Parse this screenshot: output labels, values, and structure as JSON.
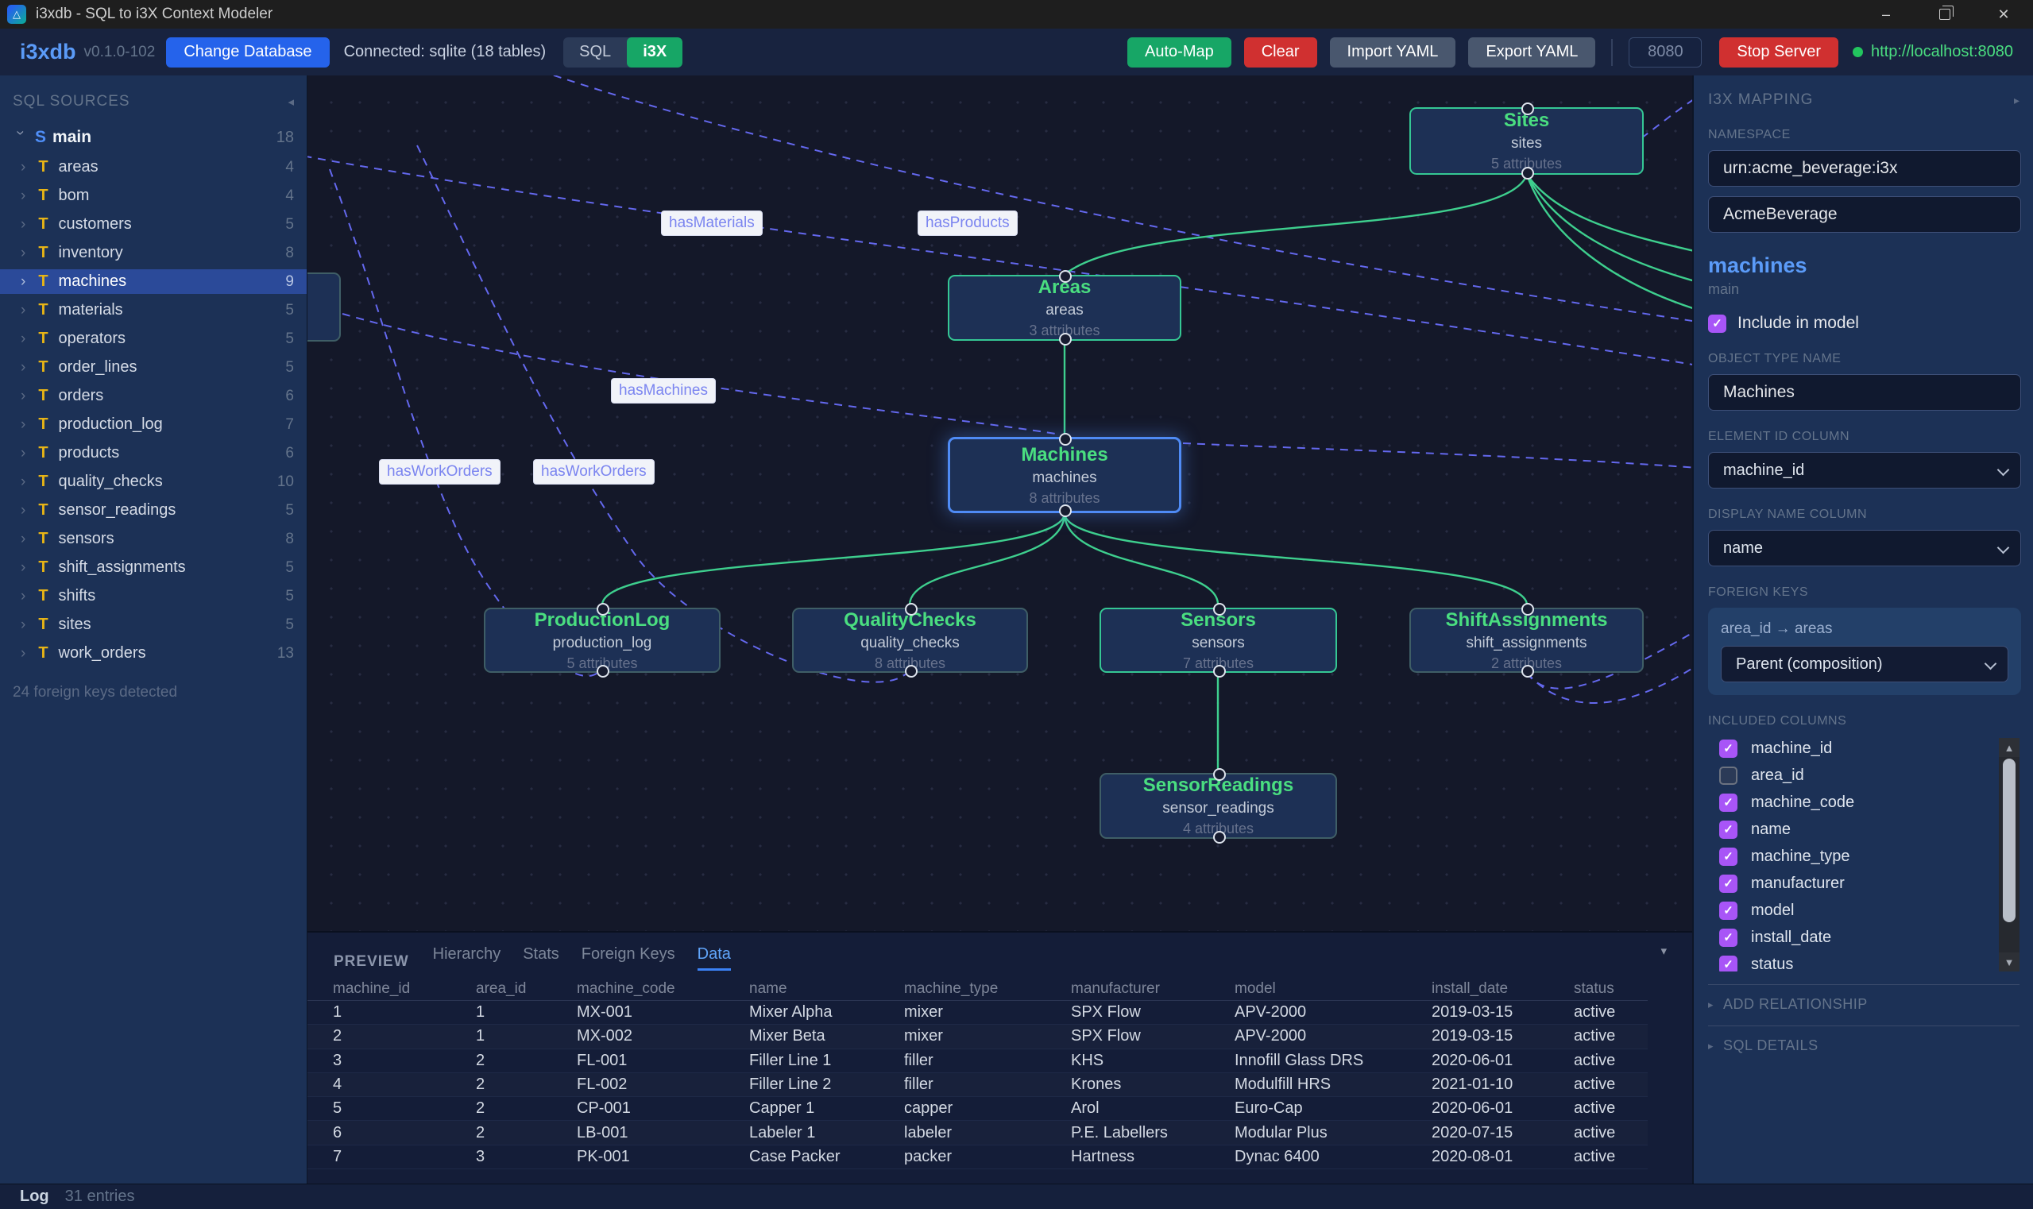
{
  "window": {
    "title": "i3xdb - SQL to i3X Context Modeler",
    "app_icon_glyph": "△",
    "controls": {
      "minimize": "–",
      "close": "✕"
    }
  },
  "toolbar": {
    "app_name": "i3xdb",
    "version": "v0.1.0-102",
    "change_db_label": "Change Database",
    "connection_status": "Connected: sqlite (18 tables)",
    "mode_sql": "SQL",
    "mode_i3x": "i3X",
    "auto_map_label": "Auto-Map",
    "clear_label": "Clear",
    "import_yaml_label": "Import YAML",
    "export_yaml_label": "Export YAML",
    "port": "8080",
    "stop_server_label": "Stop Server",
    "server_url": "http://localhost:8080"
  },
  "sidebar": {
    "header": "SQL SOURCES",
    "collapse_icon": "◂",
    "table_icon": "T",
    "schema": {
      "icon": "S",
      "name": "main",
      "count": "18"
    },
    "tables": [
      {
        "name": "areas",
        "count": "4"
      },
      {
        "name": "bom",
        "count": "4"
      },
      {
        "name": "customers",
        "count": "5"
      },
      {
        "name": "inventory",
        "count": "8"
      },
      {
        "name": "machines",
        "count": "9",
        "selected": true
      },
      {
        "name": "materials",
        "count": "5"
      },
      {
        "name": "operators",
        "count": "5"
      },
      {
        "name": "order_lines",
        "count": "5"
      },
      {
        "name": "orders",
        "count": "6"
      },
      {
        "name": "production_log",
        "count": "7"
      },
      {
        "name": "products",
        "count": "6"
      },
      {
        "name": "quality_checks",
        "count": "10"
      },
      {
        "name": "sensor_readings",
        "count": "5"
      },
      {
        "name": "sensors",
        "count": "8"
      },
      {
        "name": "shift_assignments",
        "count": "5"
      },
      {
        "name": "shifts",
        "count": "5"
      },
      {
        "name": "sites",
        "count": "5"
      },
      {
        "name": "work_orders",
        "count": "13"
      }
    ],
    "footer": "24 foreign keys detected"
  },
  "canvas": {
    "nodes": [
      {
        "title": "Sites",
        "table": "sites",
        "attributes": "5 attributes"
      },
      {
        "title": "Areas",
        "table": "areas",
        "attributes": "3 attributes"
      },
      {
        "title": "Machines",
        "table": "machines",
        "attributes": "8 attributes"
      },
      {
        "title": "ProductionLog",
        "table": "production_log",
        "attributes": "5 attributes"
      },
      {
        "title": "QualityChecks",
        "table": "quality_checks",
        "attributes": "8 attributes"
      },
      {
        "title": "Sensors",
        "table": "sensors",
        "attributes": "7 attributes"
      },
      {
        "title": "ShiftAssignments",
        "table": "shift_assignments",
        "attributes": "2 attributes"
      },
      {
        "title": "SensorReadings",
        "table": "sensor_readings",
        "attributes": "4 attributes"
      }
    ],
    "edge_labels": [
      "hasMaterials",
      "hasProducts",
      "hasMachines",
      "hasWorkOrders",
      "hasWorkOrders"
    ]
  },
  "panel": {
    "header": "I3X MAPPING",
    "namespace_label": "NAMESPACE",
    "namespace_urn": "urn:acme_beverage:i3x",
    "namespace_name": "AcmeBeverage",
    "table_name": "machines",
    "schema_name": "main",
    "include_label": "Include in model",
    "include_checked": true,
    "object_type_label": "OBJECT TYPE NAME",
    "object_type_value": "Machines",
    "element_id_label": "ELEMENT ID COLUMN",
    "element_id_value": "machine_id",
    "display_name_label": "DISPLAY NAME COLUMN",
    "display_name_value": "name",
    "foreign_keys_label": "FOREIGN KEYS",
    "fk_relation": "area_id → areas",
    "fk_role_value": "Parent (composition)",
    "included_columns_label": "INCLUDED COLUMNS",
    "included_columns": [
      {
        "label": "machine_id",
        "checked": true
      },
      {
        "label": "area_id",
        "checked": false
      },
      {
        "label": "machine_code",
        "checked": true
      },
      {
        "label": "name",
        "checked": true
      },
      {
        "label": "machine_type",
        "checked": true
      },
      {
        "label": "manufacturer",
        "checked": true
      },
      {
        "label": "model",
        "checked": true
      },
      {
        "label": "install_date",
        "checked": true
      },
      {
        "label": "status",
        "checked": true
      }
    ],
    "add_relationship_label": "ADD RELATIONSHIP",
    "sql_details_label": "SQL DETAILS"
  },
  "preview": {
    "title": "PREVIEW",
    "tabs": [
      {
        "label": "Hierarchy",
        "active": false
      },
      {
        "label": "Stats",
        "active": false
      },
      {
        "label": "Foreign Keys",
        "active": false
      },
      {
        "label": "Data",
        "active": true
      }
    ],
    "columns": [
      "machine_id",
      "area_id",
      "machine_code",
      "name",
      "machine_type",
      "manufacturer",
      "model",
      "install_date",
      "status"
    ],
    "rows": [
      [
        "1",
        "1",
        "MX-001",
        "Mixer Alpha",
        "mixer",
        "SPX Flow",
        "APV-2000",
        "2019-03-15",
        "active"
      ],
      [
        "2",
        "1",
        "MX-002",
        "Mixer Beta",
        "mixer",
        "SPX Flow",
        "APV-2000",
        "2019-03-15",
        "active"
      ],
      [
        "3",
        "2",
        "FL-001",
        "Filler Line 1",
        "filler",
        "KHS",
        "Innofill Glass DRS",
        "2020-06-01",
        "active"
      ],
      [
        "4",
        "2",
        "FL-002",
        "Filler Line 2",
        "filler",
        "Krones",
        "Modulfill HRS",
        "2021-01-10",
        "active"
      ],
      [
        "5",
        "2",
        "CP-001",
        "Capper 1",
        "capper",
        "Arol",
        "Euro-Cap",
        "2020-06-01",
        "active"
      ],
      [
        "6",
        "2",
        "LB-001",
        "Labeler 1",
        "labeler",
        "P.E. Labellers",
        "Modular Plus",
        "2020-07-15",
        "active"
      ],
      [
        "7",
        "3",
        "PK-001",
        "Case Packer",
        "packer",
        "Hartness",
        "Dynac 6400",
        "2020-08-01",
        "active"
      ]
    ]
  },
  "statusbar": {
    "log_label": "Log",
    "entries": "31 entries"
  },
  "colors": {
    "accent_blue": "#2563eb",
    "accent_green": "#17a666",
    "accent_red": "#d03030",
    "edge_green": "#3ecf8e",
    "edge_purple": "#6468ee",
    "node_border_teal": "#35c794",
    "node_selected_blue": "#4f8bf5",
    "checkbox_purple": "#a855f7",
    "url_green": "#4ade80",
    "sidebar_bg": "#1c3156",
    "canvas_bg": "#141829"
  }
}
